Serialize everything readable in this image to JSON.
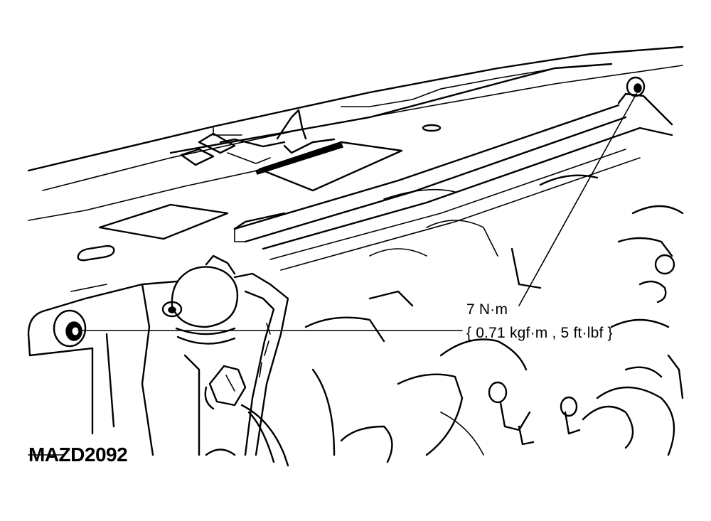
{
  "torque_spec": {
    "metric": "7 N·m",
    "imperial": "{ 0.71 kgf·m , 5 ft·lbf }"
  },
  "figure_code": "MAZD2092",
  "colors": {
    "ink": "#000000",
    "background": "#ffffff"
  }
}
